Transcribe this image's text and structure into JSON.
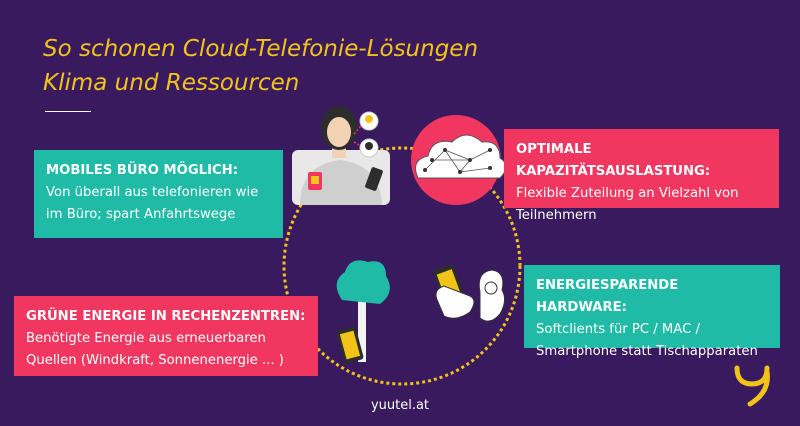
{
  "title": {
    "line1": "So schonen Cloud-Telefonie-Lösungen",
    "line2": "Klima und Ressourcen"
  },
  "boxes": {
    "mobile": {
      "heading": "MOBILES BÜRO MÖGLICH:",
      "line1": "Von überall aus telefonieren wie",
      "line2": "im Büro; spart Anfahrtswege"
    },
    "capacity": {
      "heading": "OPTIMALE KAPAZITÄTSAUSLASTUNG:",
      "line1": "Flexible Zuteilung an Vielzahl von",
      "line2": "Teilnehmern"
    },
    "hardware": {
      "heading": "ENERGIESPARENDE HARDWARE:",
      "line1": "Softclients für PC / MAC /",
      "line2": "Smartphone statt Tischapparaten"
    },
    "green": {
      "heading": "GRÜNE ENERGIE IN RECHENZENTREN:",
      "line1": "Benötigte Energie aus erneuerbaren",
      "line2": "Quellen (Windkraft, Sonnenenergie ... )"
    }
  },
  "footer": "yuutel.at",
  "colors": {
    "background": "#3a1a5f",
    "accent_yellow": "#f2c319",
    "teal": "#1fbba6",
    "pink": "#f1365f"
  },
  "icons": [
    "woman-phone-icon",
    "cloud-network-icon",
    "tree-phone-icon",
    "hand-phone-icon",
    "yuutel-logo-icon"
  ]
}
